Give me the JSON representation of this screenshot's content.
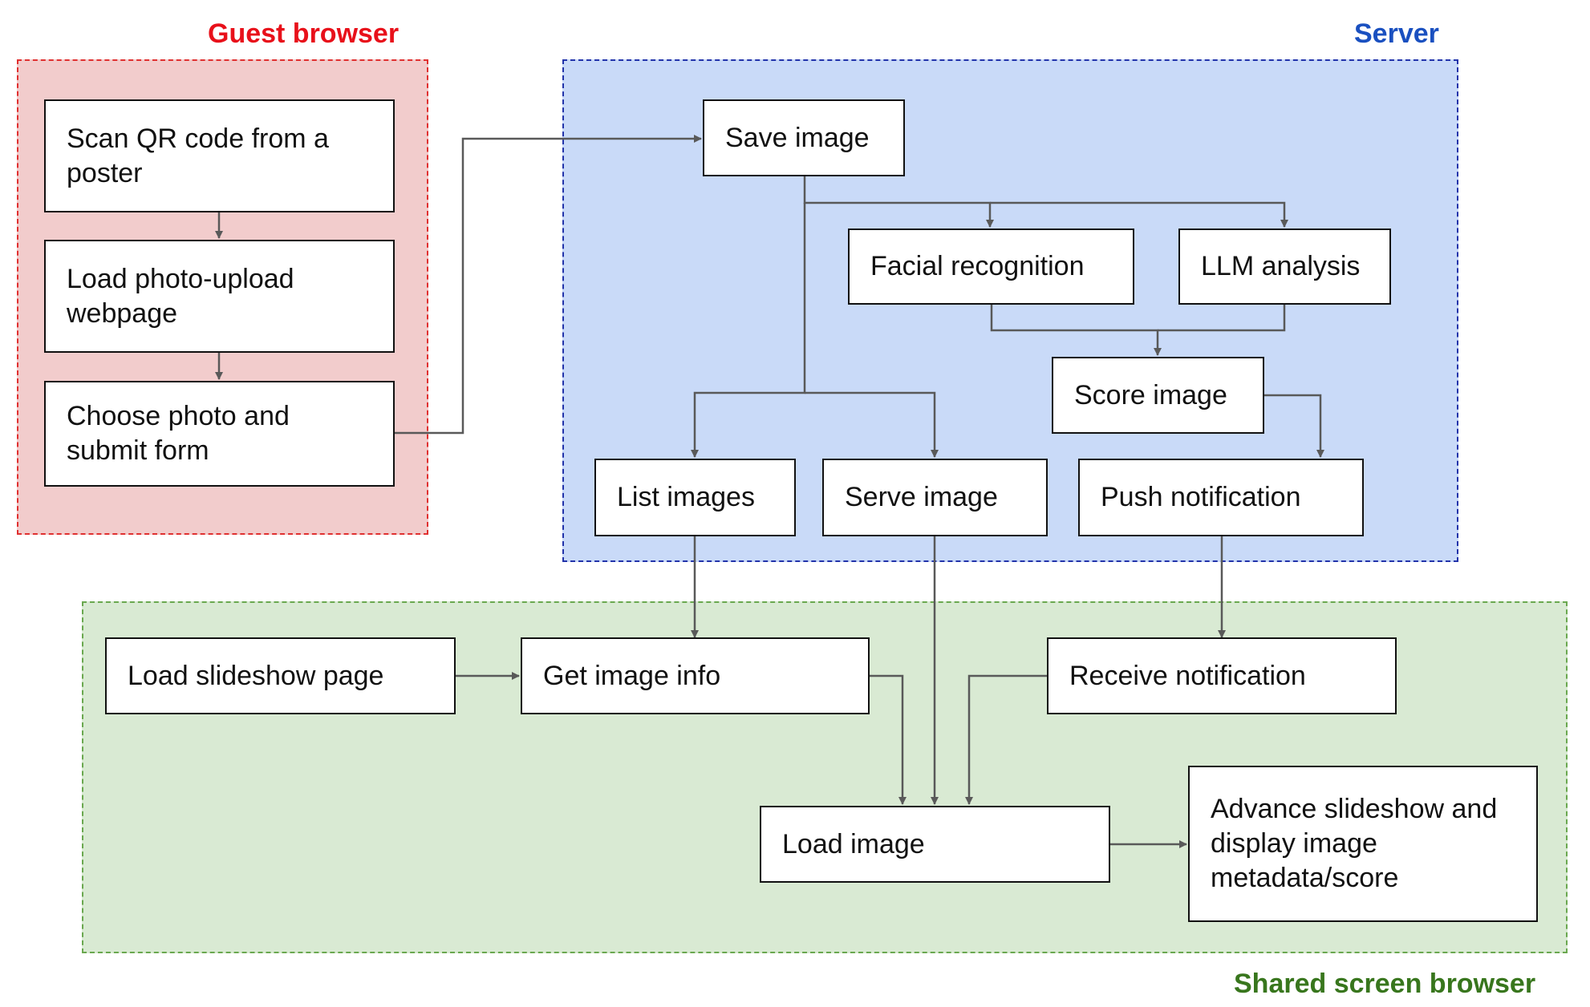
{
  "regions": {
    "guest": "Guest browser",
    "server": "Server",
    "shared": "Shared screen browser"
  },
  "nodes": {
    "scan_qr": "Scan QR code from a poster",
    "load_upload": "Load photo-upload webpage",
    "choose_submit": "Choose photo and submit form",
    "save_image": "Save image",
    "facial": "Facial recognition",
    "llm": "LLM analysis",
    "score": "Score image",
    "list_images": "List images",
    "serve_image": "Serve image",
    "push": "Push notification",
    "load_slideshow": "Load slideshow page",
    "get_info": "Get image info",
    "receive": "Receive notification",
    "load_image": "Load image",
    "advance": "Advance slideshow and display image metadata/score"
  },
  "colors": {
    "guest_fill": "#f2cccc",
    "guest_border": "#e03030",
    "guest_title": "#e8101a",
    "server_fill": "#c9daf8",
    "server_border": "#2233aa",
    "server_title": "#1a50c0",
    "shared_fill": "#d9ead3",
    "shared_border": "#6aa84f",
    "shared_title": "#38761d",
    "arrow": "#595959"
  },
  "edges": [
    {
      "from": "scan_qr",
      "to": "load_upload"
    },
    {
      "from": "load_upload",
      "to": "choose_submit"
    },
    {
      "from": "choose_submit",
      "to": "save_image"
    },
    {
      "from": "save_image",
      "to": "facial"
    },
    {
      "from": "save_image",
      "to": "llm"
    },
    {
      "from": "save_image",
      "to": "list_images"
    },
    {
      "from": "save_image",
      "to": "serve_image"
    },
    {
      "from": "facial",
      "to": "score"
    },
    {
      "from": "llm",
      "to": "score"
    },
    {
      "from": "score",
      "to": "push"
    },
    {
      "from": "list_images",
      "to": "get_info"
    },
    {
      "from": "serve_image",
      "to": "load_image"
    },
    {
      "from": "push",
      "to": "receive"
    },
    {
      "from": "load_slideshow",
      "to": "get_info"
    },
    {
      "from": "get_info",
      "to": "load_image"
    },
    {
      "from": "receive",
      "to": "load_image"
    },
    {
      "from": "load_image",
      "to": "advance"
    }
  ]
}
